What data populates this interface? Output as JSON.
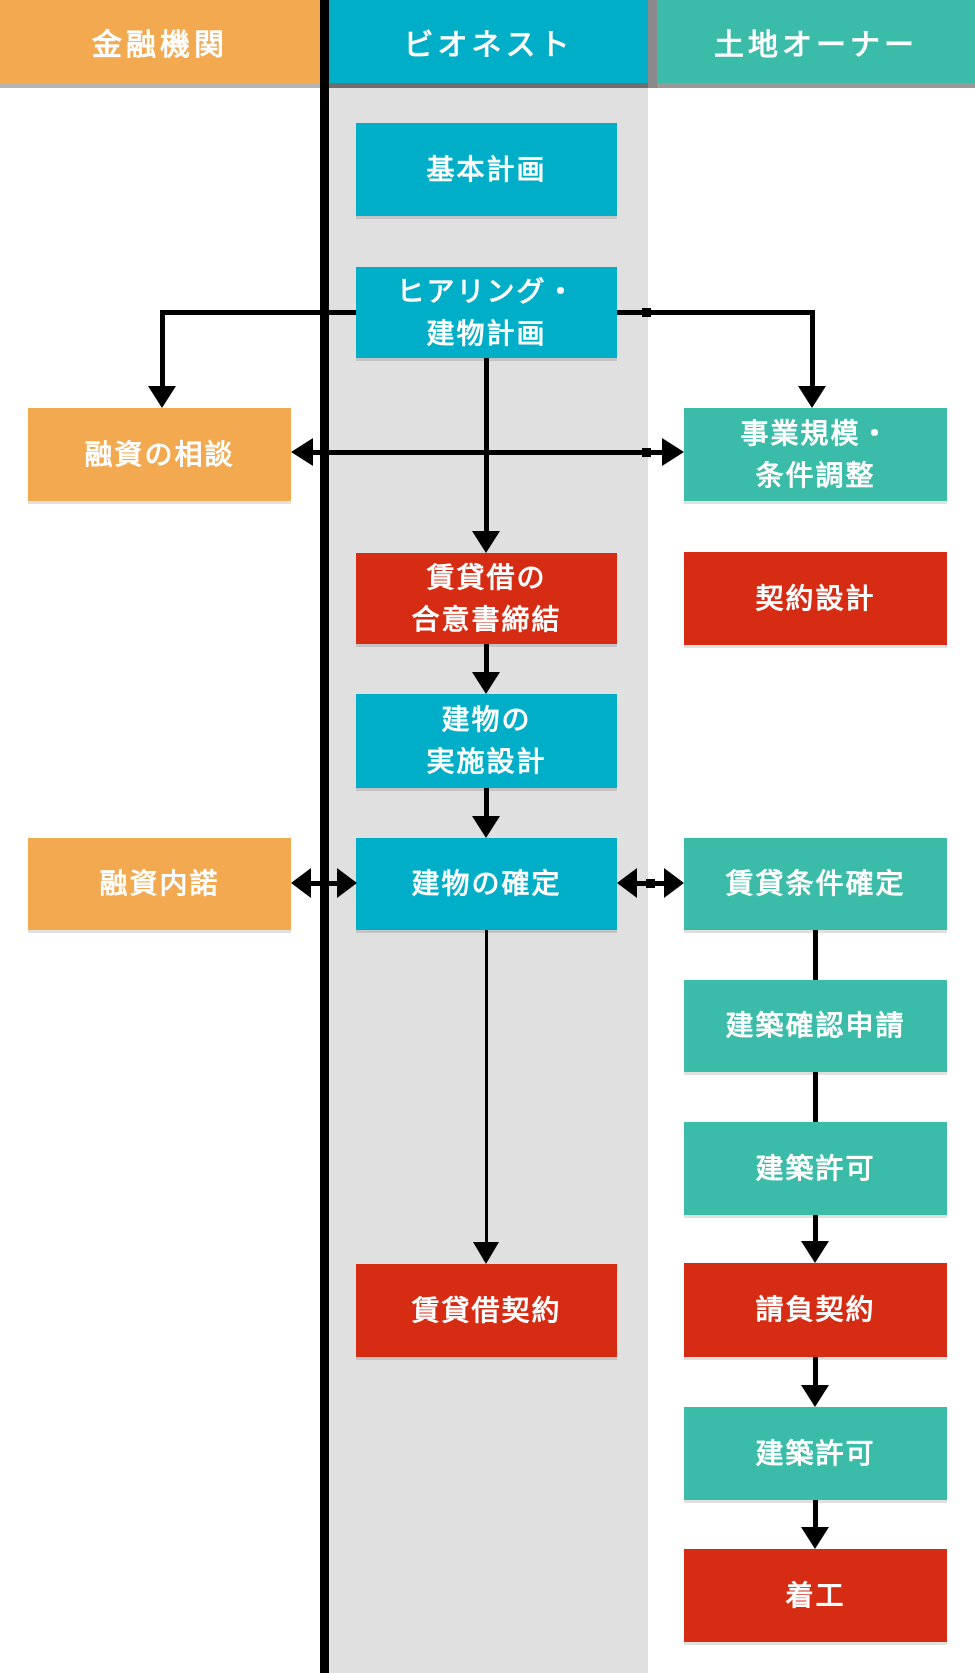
{
  "colors": {
    "orange": "#F2A950",
    "cyan": "#00AEC8",
    "teal": "#3BBCA9",
    "red": "#D62C14",
    "gray_strip": "#E0E0E0",
    "line": "#000000"
  },
  "headers": {
    "finance": "金融機関",
    "bionest": "ビオネスト",
    "landowner": "土地オーナー"
  },
  "boxes": {
    "basic_plan": "基本計画",
    "hearing_building_plan": "ヒアリング・\n建物計画",
    "loan_consultation": "融資の相談",
    "business_scale_adjustment": "事業規模・\n条件調整",
    "lease_agreement_signing": "賃貸借の\n合意書締結",
    "contract_design": "契約設計",
    "building_detail_design": "建物の\n実施設計",
    "building_finalization": "建物の確定",
    "loan_informal_consent": "融資内諾",
    "lease_terms_finalization": "賃貸条件確定",
    "building_confirmation_application": "建築確認申請",
    "building_permit_1": "建築許可",
    "lease_contract": "賃貸借契約",
    "construction_contract": "請負契約",
    "building_permit_2": "建築許可",
    "construction_start": "着工"
  }
}
